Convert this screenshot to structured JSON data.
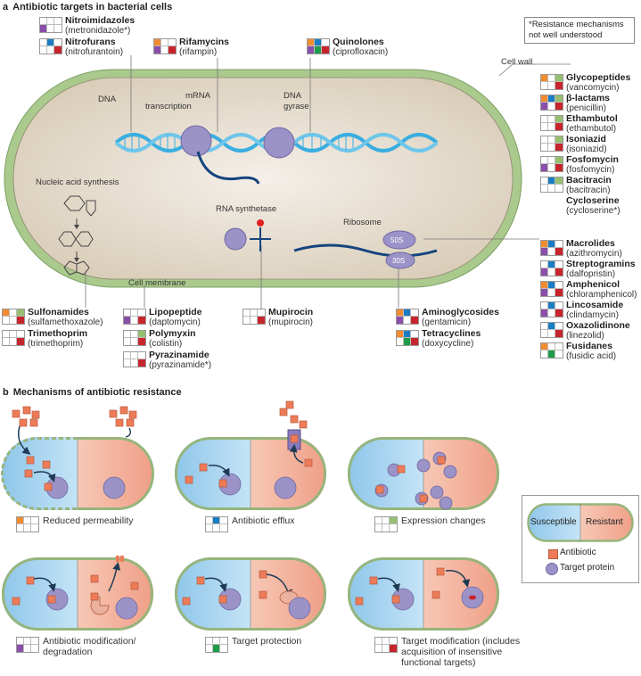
{
  "palette": {
    "orange": "#f18c31",
    "blue": "#1a7dc4",
    "light_green": "#96bf72",
    "purple": "#8a4fa8",
    "dark_green": "#1e9a4a",
    "red": "#c7252d",
    "cell_wall": "#a9c98d",
    "cytoplasm": "#ece4d7",
    "susceptible": "#a6d3ef",
    "resistant": "#f3b29c",
    "target_protein": "#9b93c8",
    "antibiotic": "#ee7b57",
    "dna": "#3aaee0",
    "mrna": "#15447e"
  },
  "grid_key": [
    "orange",
    "blue",
    "light_green",
    "purple",
    "dark_green",
    "red"
  ],
  "section_a": {
    "letter": "a",
    "title": "Antibiotic targets in bacterial cells",
    "note": "*Resistance mechanisms not well understood",
    "cell_labels": {
      "cell_wall": "Cell wall",
      "dna": "DNA",
      "mrna_1": "mRNA",
      "mrna_2": "transcription",
      "gyrase_1": "DNA",
      "gyrase_2": "gyrase",
      "nucleic": "Nucleic acid synthesis",
      "rna_synthetase": "RNA synthetase",
      "ribosome": "Ribosome",
      "r50": "50S",
      "r30": "30S",
      "membrane": "Cell membrane"
    },
    "drugs": [
      {
        "name": "Nitroimidazoles",
        "example": "(metronidazole*)",
        "grid": [
          0,
          0,
          0,
          1,
          0,
          0
        ]
      },
      {
        "name": "Nitrofurans",
        "example": "(nitrofurantoin)",
        "grid": [
          0,
          1,
          0,
          0,
          0,
          1
        ]
      },
      {
        "name": "Rifamycins",
        "example": "(rifampin)",
        "grid": [
          1,
          0,
          0,
          1,
          0,
          1
        ]
      },
      {
        "name": "Quinolones",
        "example": "(ciprofloxacin)",
        "grid": [
          1,
          1,
          0,
          1,
          1,
          1
        ]
      },
      {
        "name": "Glycopeptides",
        "example": "(vancomycin)",
        "grid": [
          1,
          0,
          1,
          0,
          0,
          1
        ]
      },
      {
        "name": "β-lactams",
        "example": "(penicillin)",
        "grid": [
          1,
          1,
          1,
          1,
          0,
          1
        ]
      },
      {
        "name": "Ethambutol",
        "example": "(ethambutol)",
        "grid": [
          0,
          0,
          1,
          0,
          0,
          1
        ]
      },
      {
        "name": "Isoniazid",
        "example": "(isoniazid)",
        "grid": [
          0,
          0,
          1,
          0,
          0,
          1
        ]
      },
      {
        "name": "Fosfomycin",
        "example": "(fosfomycin)",
        "grid": [
          0,
          0,
          1,
          1,
          0,
          1
        ]
      },
      {
        "name": "Bacitracin",
        "example": "(bacitracin)",
        "grid": [
          0,
          1,
          1,
          0,
          0,
          0
        ]
      },
      {
        "name": "Cycloserine",
        "example": "(cycloserine*)",
        "grid": null
      },
      {
        "name": "Macrolides",
        "example": "(azithromycin)",
        "grid": [
          1,
          1,
          0,
          1,
          0,
          1
        ]
      },
      {
        "name": "Streptogramins",
        "example": "(dalfopristin)",
        "grid": [
          0,
          1,
          0,
          1,
          0,
          1
        ]
      },
      {
        "name": "Amphenicol",
        "example": "(chloramphenicol)",
        "grid": [
          1,
          1,
          0,
          1,
          0,
          1
        ]
      },
      {
        "name": "Lincosamide",
        "example": "(clindamycin)",
        "grid": [
          0,
          1,
          0,
          1,
          0,
          1
        ]
      },
      {
        "name": "Oxazolidinone",
        "example": "(linezolid)",
        "grid": [
          0,
          1,
          0,
          0,
          0,
          1
        ]
      },
      {
        "name": "Fusidanes",
        "example": "(fusidic acid)",
        "grid": [
          1,
          0,
          0,
          0,
          1,
          0
        ]
      },
      {
        "name": "Sulfonamides",
        "example": "(sulfamethoxazole)",
        "grid": [
          1,
          0,
          1,
          0,
          0,
          1
        ]
      },
      {
        "name": "Trimethoprim",
        "example": "(trimethoprim)",
        "grid": [
          0,
          0,
          0,
          0,
          0,
          1
        ]
      },
      {
        "name": "Lipopeptide",
        "example": "(daptomycin)",
        "grid": [
          0,
          0,
          0,
          1,
          0,
          1
        ]
      },
      {
        "name": "Polymyxin",
        "example": "(colistin)",
        "grid": [
          0,
          0,
          1,
          0,
          0,
          1
        ]
      },
      {
        "name": "Pyrazinamide",
        "example": "(pyrazinamide*)",
        "grid": [
          0,
          0,
          0,
          0,
          0,
          1
        ]
      },
      {
        "name": "Mupirocin",
        "example": "(mupirocin)",
        "grid": [
          0,
          0,
          0,
          0,
          0,
          1
        ]
      },
      {
        "name": "Aminoglycosides",
        "example": "(gentamicin)",
        "grid": [
          1,
          1,
          0,
          1,
          0,
          1
        ]
      },
      {
        "name": "Tetracyclines",
        "example": "(doxycycline)",
        "grid": [
          1,
          1,
          0,
          0,
          1,
          1
        ]
      }
    ]
  },
  "section_b": {
    "letter": "b",
    "title": "Mechanisms of antibiotic resistance",
    "mechanisms": [
      {
        "label": "Reduced permeability",
        "grid": [
          1,
          0,
          0,
          0,
          0,
          0
        ]
      },
      {
        "label": "Antibiotic efflux",
        "grid": [
          0,
          1,
          0,
          0,
          0,
          0
        ]
      },
      {
        "label": "Expression changes",
        "grid": [
          0,
          0,
          1,
          0,
          0,
          0
        ]
      },
      {
        "label": "Antibiotic modification/ degradation",
        "grid": [
          0,
          0,
          0,
          1,
          0,
          0
        ]
      },
      {
        "label": "Target protection",
        "grid": [
          0,
          0,
          0,
          0,
          1,
          0
        ]
      },
      {
        "label": "Target modification (includes acquisition of insensitive functional targets)",
        "grid": [
          0,
          0,
          0,
          0,
          0,
          1
        ]
      }
    ],
    "legend": {
      "susceptible": "Susceptible",
      "resistant": "Resistant",
      "antibiotic": "Antibiotic",
      "target_protein": "Target protein"
    }
  }
}
